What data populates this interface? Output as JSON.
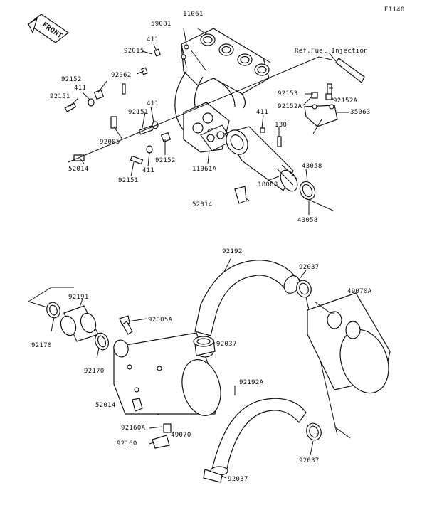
{
  "diagram": {
    "code": "E1140",
    "front_label": "FRONT",
    "ref_label": "Ref.Fuel Injection",
    "callouts": {
      "c11061": "11061",
      "c59081": "59081",
      "c411a": "411",
      "c92015": "92015",
      "c92062": "92062",
      "c92152a": "92152",
      "c411b": "411",
      "c92151a": "92151",
      "c411c": "411",
      "c92151b": "92151",
      "c92005": "92005",
      "c92152b": "92152",
      "c411d": "411",
      "c52014a": "52014",
      "c92151c": "92151",
      "c11061a": "11061A",
      "c411e": "411",
      "c130": "130",
      "c92153": "92153",
      "c92152A1": "92152A",
      "c92152A2": "92152A",
      "c35063": "35063",
      "c43058a": "43058",
      "c43058b": "43058",
      "c18088": "18088",
      "c52014b": "52014",
      "c92192": "92192",
      "c92037a": "92037",
      "c49070A": "49070A",
      "c92191": "92191",
      "c92005A": "92005A",
      "c92170a": "92170",
      "c92037b": "92037",
      "c92170b": "92170",
      "c92192A": "92192A",
      "c52014c": "52014",
      "c92160A": "92160A",
      "c49070": "49070",
      "c92160": "92160",
      "c92037c": "92037",
      "c92037d": "92037"
    }
  }
}
